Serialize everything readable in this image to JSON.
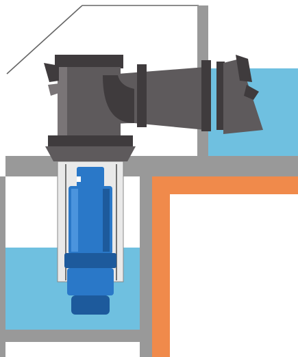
{
  "diagram": {
    "subject": "submersible-axial-flow-pump-installation",
    "colors": {
      "background": "#ffffff",
      "concrete": "#999999",
      "concrete_light": "#b0b0b0",
      "water": "#6fc0e0",
      "water_deep": "#5ab4d8",
      "liner": "#f08a4b",
      "pump_housing": "#5e5a5c",
      "pump_housing_dark": "#3f3b3d",
      "pump_housing_light": "#7a7577",
      "motor": "#2a78c8",
      "motor_dark": "#1d5a9c",
      "motor_light": "#4b94dd",
      "guide_tube": "#e9e9e9",
      "ramp_line": "#666666"
    },
    "components": [
      "ramp",
      "upper-water-tank",
      "lower-sump",
      "discharge-elbow",
      "discharge-pipe",
      "flap-valve",
      "mounting-flange",
      "guide-well",
      "submersible-motor",
      "orange-liner"
    ]
  }
}
